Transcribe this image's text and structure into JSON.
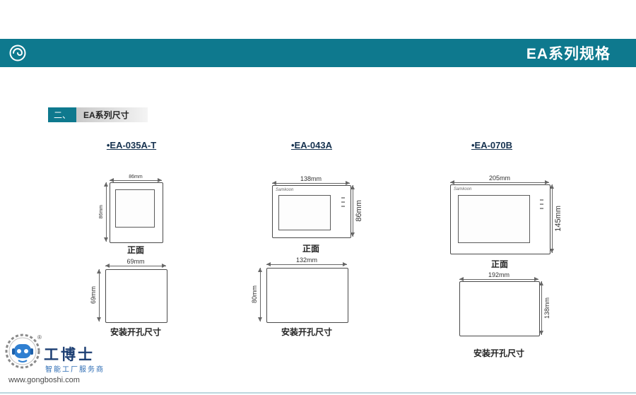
{
  "header": {
    "title": "EA系列规格"
  },
  "section": {
    "index": "二、",
    "title": "EA系列尺寸"
  },
  "products": [
    {
      "name": "•EA-035A-T",
      "front": {
        "label": "正面",
        "width": "86mm",
        "height": "86mm"
      },
      "cutout": {
        "label": "安装开孔尺寸",
        "width": "69mm",
        "height": "69mm"
      }
    },
    {
      "name": "•EA-043A",
      "brand": "Samkoon",
      "front": {
        "label": "正面",
        "width": "138mm",
        "height": "86mm"
      },
      "cutout": {
        "label": "安装开孔尺寸",
        "width": "132mm",
        "height": "80mm"
      }
    },
    {
      "name": "•EA-070B",
      "brand": "Samkoon",
      "front": {
        "label": "正面",
        "width": "205mm",
        "height": "145mm"
      },
      "cutout": {
        "label": "安装开孔尺寸",
        "width": "192mm",
        "height": "138mm"
      }
    }
  ],
  "footer": {
    "name": "工博士",
    "slogan": "智能工厂服务商",
    "url": "www.gongboshi.com",
    "registered": "®"
  }
}
